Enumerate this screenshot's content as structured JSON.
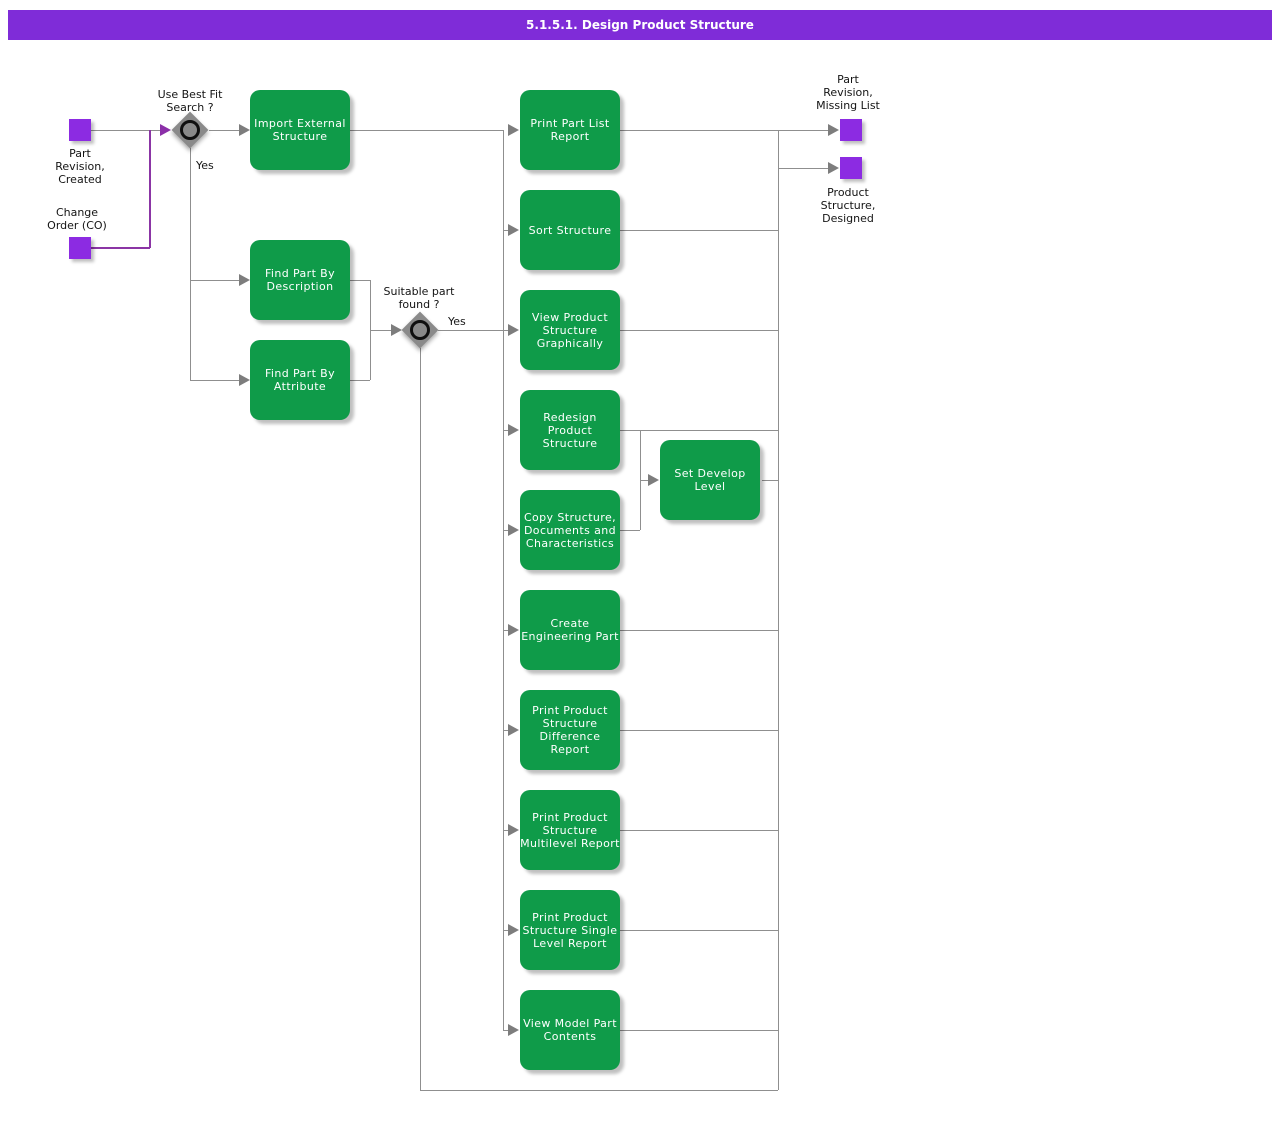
{
  "title": "5.1.5.1. Design Product Structure",
  "colors": {
    "title_bar": "#7F2CD8",
    "event_square": "#8C2BE2",
    "activity_green": "#0F9B49",
    "connector_gray": "#8f8f8f",
    "connector_purple": "#8B35A5",
    "decision_gray": "#8a8a8a",
    "text_on_shapes": "#ffffff",
    "label_text": "#141414"
  },
  "events": {
    "part_revision_created": "Part\nRevision,\nCreated",
    "change_order": "Change\nOrder (CO)",
    "part_revision_missing_list": "Part\nRevision,\nMissing List",
    "product_structure_designed": "Product\nStructure,\nDesigned"
  },
  "decisions": {
    "use_best_fit": {
      "label": "Use Best Fit\nSearch ?",
      "yes": "Yes"
    },
    "suitable_part": {
      "label": "Suitable part\nfound ?",
      "yes": "Yes"
    }
  },
  "activities": {
    "import_external_structure": "Import External\nStructure",
    "find_part_by_description": "Find Part By\nDescription",
    "find_part_by_attribute": "Find Part By\nAttribute",
    "print_part_list_report": "Print Part List\nReport",
    "sort_structure": "Sort Structure",
    "view_product_structure_graphically": "View Product\nStructure\nGraphically",
    "redesign_product_structure": "Redesign\nProduct\nStructure",
    "copy_structure_documents_characteristics": "Copy Structure,\nDocuments and\nCharacteristics",
    "create_engineering_part": "Create\nEngineering Part",
    "print_product_structure_difference_report": "Print Product\nStructure\nDifference\nReport",
    "print_product_structure_multilevel_report": "Print Product\nStructure\nMultilevel Report",
    "print_product_structure_single_level_report": "Print Product\nStructure Single\nLevel Report",
    "view_model_part_contents": "View Model Part\nContents",
    "set_develop_level": "Set Develop\nLevel"
  }
}
